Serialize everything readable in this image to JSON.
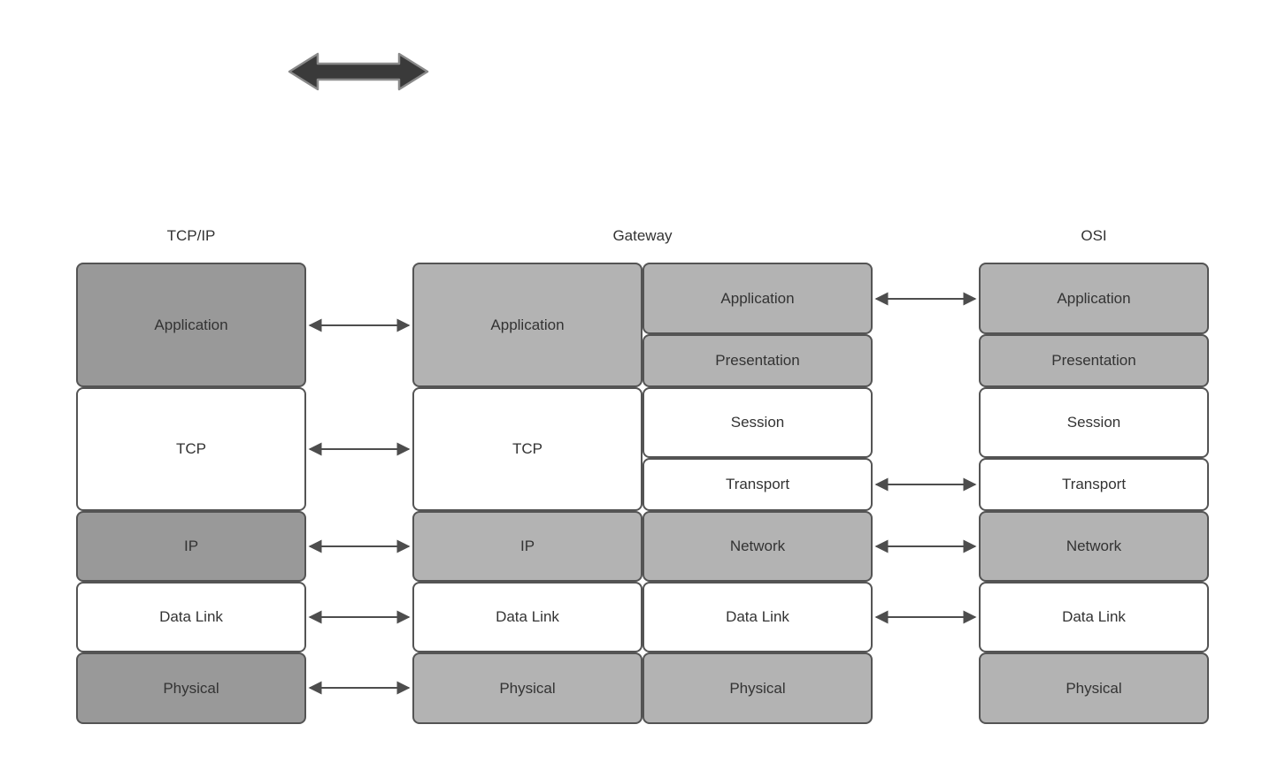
{
  "columns": {
    "tcpip": {
      "header": "TCP/IP",
      "layers": [
        {
          "label": "Application"
        },
        {
          "label": "TCP"
        },
        {
          "label": "IP"
        },
        {
          "label": "Data Link"
        },
        {
          "label": "Physical"
        }
      ]
    },
    "gateway": {
      "header": "Gateway",
      "left_layers": [
        {
          "label": "Application"
        },
        {
          "label": "TCP"
        },
        {
          "label": "IP"
        },
        {
          "label": "Data Link"
        },
        {
          "label": "Physical"
        }
      ],
      "right_layers": [
        {
          "label": "Application"
        },
        {
          "label": "Presentation"
        },
        {
          "label": "Session"
        },
        {
          "label": "Transport"
        },
        {
          "label": "Network"
        },
        {
          "label": "Data Link"
        },
        {
          "label": "Physical"
        }
      ]
    },
    "osi": {
      "header": "OSI",
      "layers": [
        {
          "label": "Application"
        },
        {
          "label": "Presentation"
        },
        {
          "label": "Session"
        },
        {
          "label": "Transport"
        },
        {
          "label": "Network"
        },
        {
          "label": "Data Link"
        },
        {
          "label": "Physical"
        }
      ]
    }
  },
  "connectors": {
    "tcpip_to_gateway": [
      "Application",
      "TCP",
      "IP",
      "Data Link",
      "Physical"
    ],
    "gateway_to_osi": [
      "Application",
      "Transport",
      "Network",
      "Data Link"
    ]
  },
  "icons": {
    "double_arrow": "double-headed-horizontal-arrow"
  },
  "colors": {
    "background": "#ffffff",
    "box_border": "#545454",
    "fill_dark": "#999999",
    "fill_light": "#b3b3b3",
    "fill_white": "#ffffff",
    "text": "#333333",
    "connector": "#4d4d4d",
    "thick_arrow_fill": "#3a3a3a",
    "thick_arrow_stroke": "#8a8a8a"
  }
}
